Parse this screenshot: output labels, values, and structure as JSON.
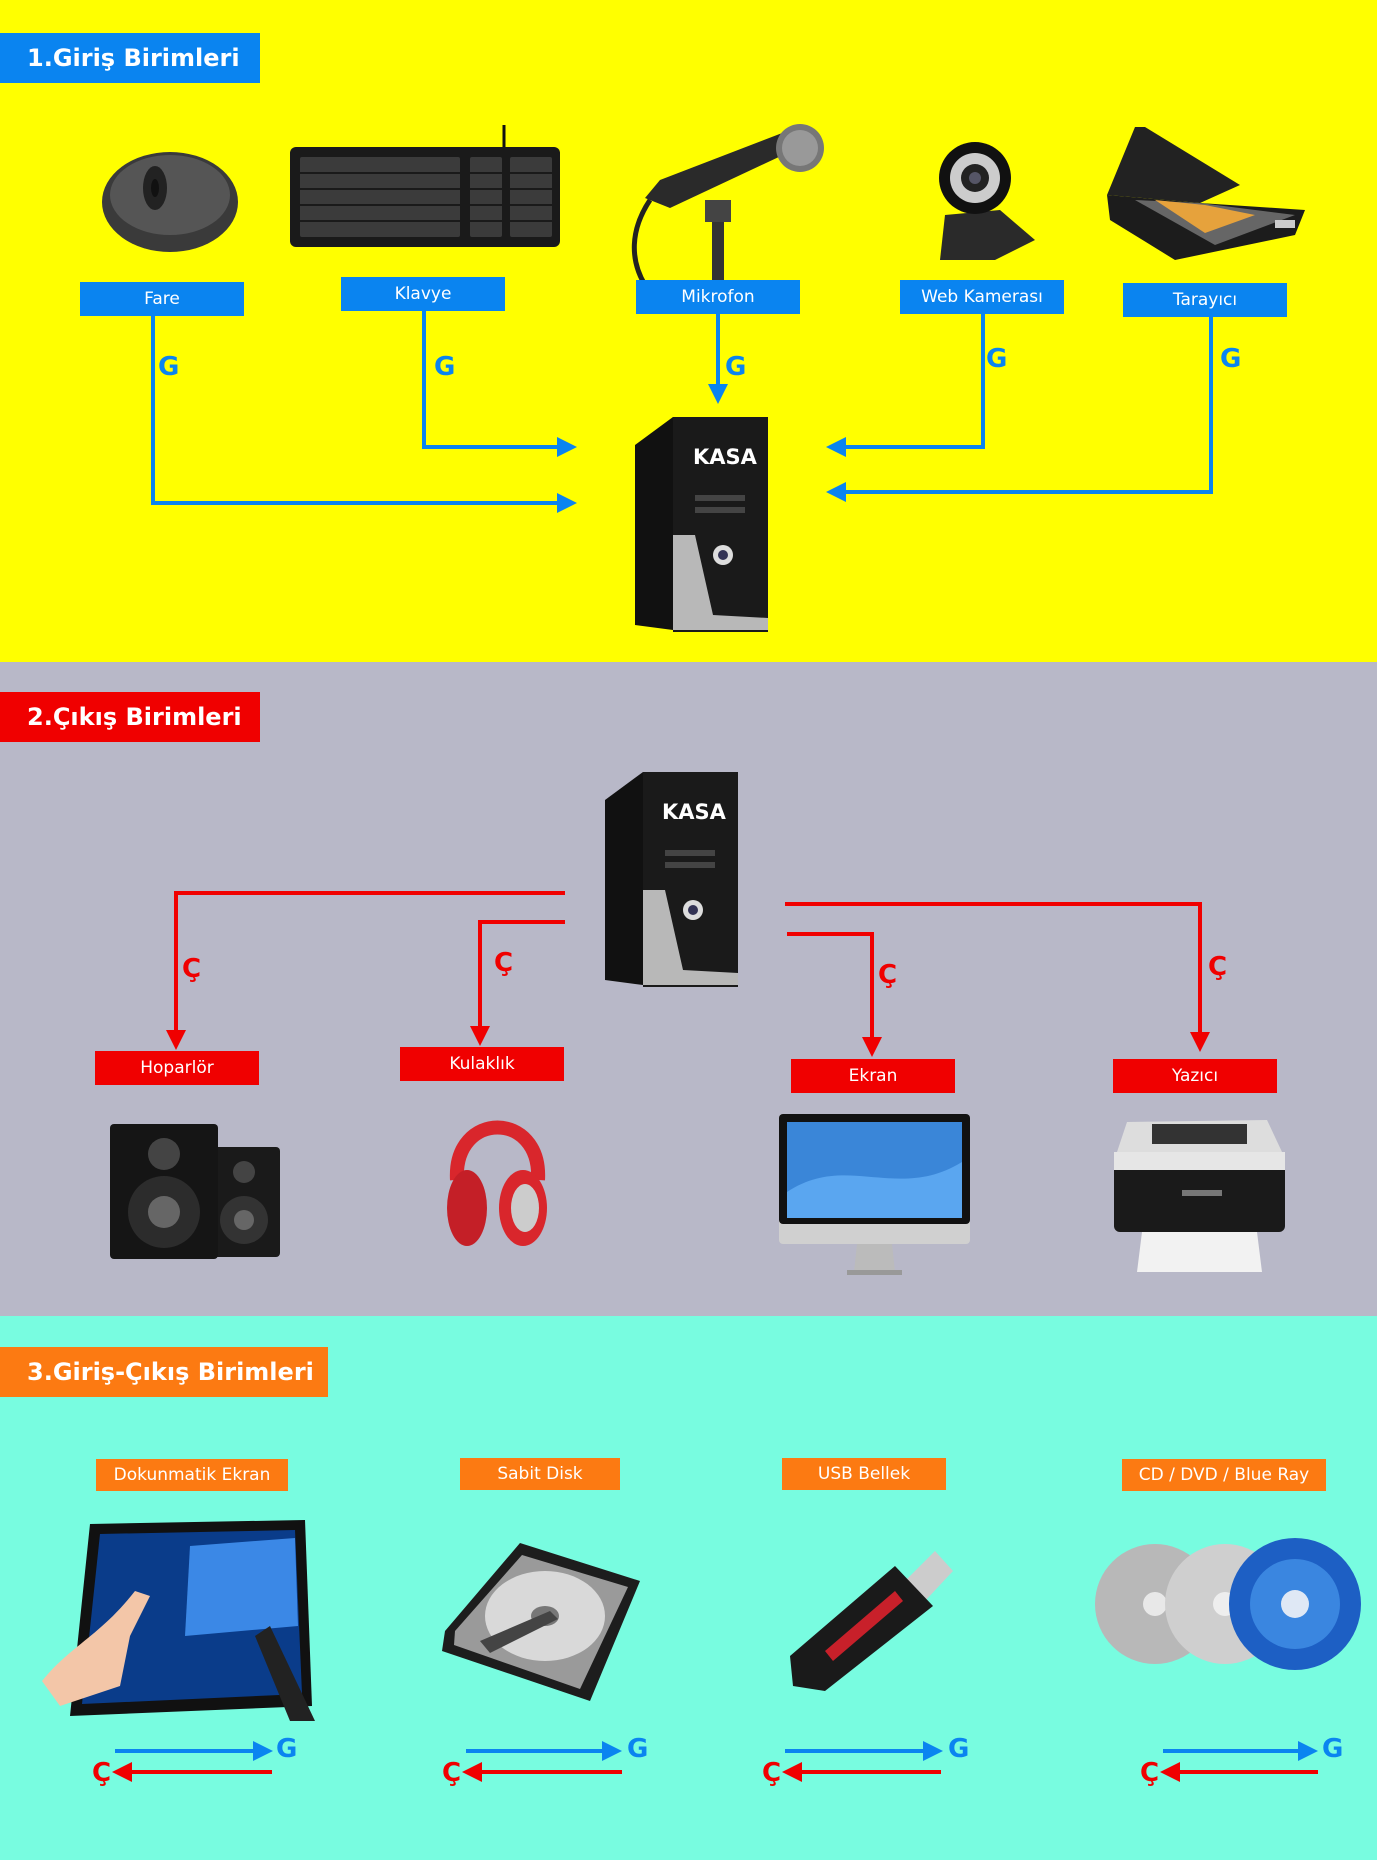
{
  "colors": {
    "input": "#0a84f0",
    "output": "#f00000",
    "io": "#fc7a12"
  },
  "input_section": {
    "title": "1.Giriş Birimleri",
    "case_label": "KASA",
    "arrow_letter": "G",
    "devices": [
      "Fare",
      "Klavye",
      "Mikrofon",
      "Web Kamerası",
      "Tarayıcı"
    ]
  },
  "output_section": {
    "title": "2.Çıkış Birimleri",
    "case_label": "KASA",
    "arrow_letter": "Ç",
    "devices": [
      "Hoparlör",
      "Kulaklık",
      "Ekran",
      "Yazıcı"
    ]
  },
  "io_section": {
    "title": "3.Giriş-Çıkış Birimleri",
    "in_letter": "G",
    "out_letter": "Ç",
    "devices": [
      "Dokunmatik Ekran",
      "Sabit Disk",
      "USB Bellek",
      "CD / DVD / Blue Ray"
    ]
  }
}
